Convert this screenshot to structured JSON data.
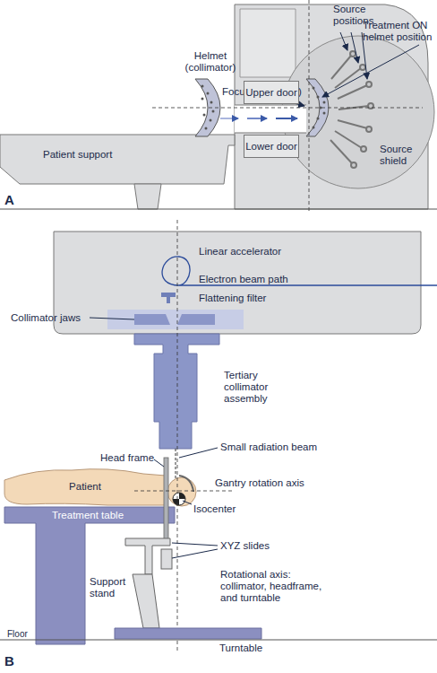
{
  "diagram": {
    "nodes": [
      {
        "text": [
          "Upper door"
        ]
      },
      {
        "text": [
          "Lower door"
        ]
      },
      {
        "text": [
          "Patient"
        ]
      },
      {
        "text": [
          "Treatment table"
        ]
      }
    ],
    "labels": [
      "A",
      "Helmet (collimator)",
      "Source positions",
      "Treatment ON helmet position",
      "Focus (isocenter)",
      "Patient support",
      "Source shield",
      "B",
      "Linear accelerator",
      "Electron beam path",
      "Flattening filter",
      "Collimator jaws",
      "Tertiary collimator assembly",
      "Small radiation beam",
      "Head frame",
      "Gantry rotation axis",
      "Isocenter",
      "XYZ slides",
      "Support stand",
      "Rotational axis: collimator, headframe, and turntable",
      "Floor",
      "Turntable"
    ]
  }
}
